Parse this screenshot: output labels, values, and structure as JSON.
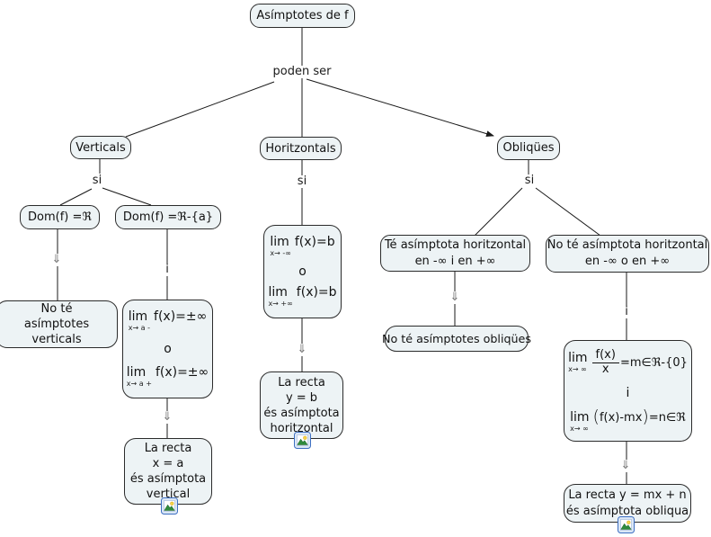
{
  "colors": {
    "node_fill": "#edf3f5",
    "node_border": "#2b2b2b",
    "line": "#1a1a1a",
    "double_arrow_gray": "#757575",
    "icon_border": "#3d6fc2"
  },
  "root": {
    "label": "Asímptotes de f"
  },
  "link_phrases": {
    "poden_ser": "poden ser",
    "si": "si",
    "i": "i",
    "darr": "⇓"
  },
  "verticals": {
    "label": "Verticals",
    "dom_all": "Dom(f) =ℜ",
    "dom_minus": "Dom(f) =ℜ-{a}",
    "no_asym": "No té\nasímptotes\nverticals",
    "lim1": {
      "word": "lim",
      "sub": "x→ a -",
      "expr": "f(x)=±∞"
    },
    "o": "o",
    "lim2": {
      "word": "lim",
      "sub": "x→ a +",
      "expr": "f(x)=±∞"
    },
    "result": "La recta\nx = a\nés asímptota\nvertical"
  },
  "horitzontals": {
    "label": "Horitzontals",
    "lim1": {
      "word": "lim",
      "sub": "x→ -∞",
      "expr": "f(x)=b"
    },
    "o": "o",
    "lim2": {
      "word": "lim",
      "sub": "x→ +∞",
      "expr": "f(x)=b"
    },
    "result": "La recta\ny = b\nés asímptota\nhoritzontal"
  },
  "obliques": {
    "label": "Obliqües",
    "has_horiz": "Té asímptota horitzontal\nen -∞ i en +∞",
    "no_horiz": "No té asímptota horitzontal\nen -∞ o en +∞",
    "no_obliques": "No té asímptotes obliqües",
    "lim1": {
      "word": "lim",
      "sub": "x→ ∞",
      "num": "f(x)",
      "den": "x",
      "rhs": "=m∈ℜ-{0}"
    },
    "i": "i",
    "lim2": {
      "word": "lim",
      "sub": "x→ ∞",
      "lparen": "(",
      "inner": "f(x)-mx",
      "rparen": ")",
      "rhs": "=n∈ℜ"
    },
    "result": "La recta y = mx + n\nés asímptota obliqua"
  }
}
